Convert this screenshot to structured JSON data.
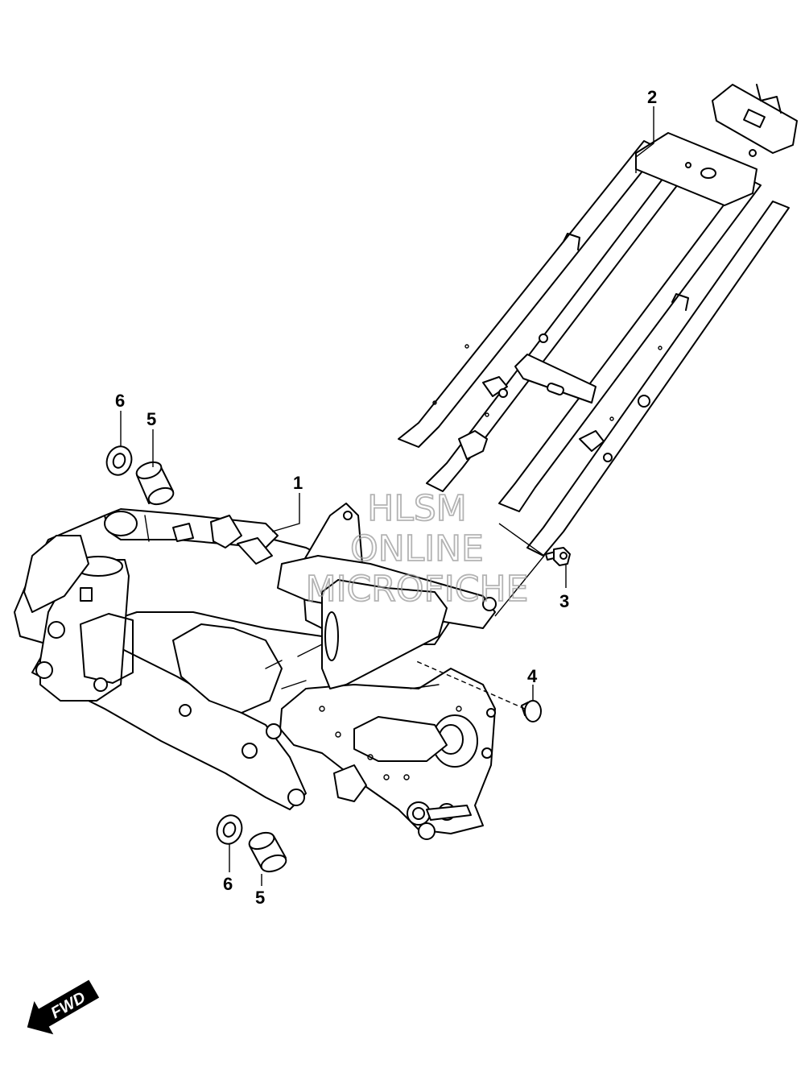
{
  "callouts": [
    {
      "id": "1",
      "label": "1"
    },
    {
      "id": "2",
      "label": "2"
    },
    {
      "id": "3",
      "label": "3"
    },
    {
      "id": "4",
      "label": "4"
    },
    {
      "id": "5a",
      "label": "5"
    },
    {
      "id": "6a",
      "label": "6"
    },
    {
      "id": "5b",
      "label": "5"
    },
    {
      "id": "6b",
      "label": "6"
    }
  ],
  "watermark": {
    "line1": "HLSM",
    "line2": "ONLINE",
    "line3": "MICROFICHE"
  },
  "direction_indicator": {
    "label": "FWD"
  },
  "colors": {
    "line": "#000000",
    "background": "#ffffff",
    "watermark": "#9a9a9a"
  }
}
